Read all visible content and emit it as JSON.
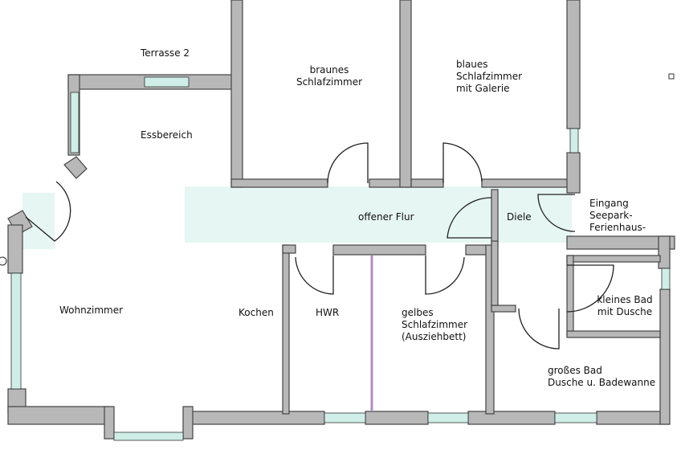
{
  "labels": {
    "terrasse": "Terrasse  2",
    "braunes": "braunes\nSchlafzimmer",
    "blaues": "blaues\nSchlafzimmer\nmit Galerie",
    "essbereich": "Essbereich",
    "flur": "offener Flur",
    "diele": "Diele",
    "eingang": "Eingang\nSeepark-Ferienhaus-",
    "wohnzimmer": "Wohnzimmer",
    "kochen": "Kochen",
    "hwr": "HWR",
    "gelbes": "gelbes\nSchlafzimmer\n(Ausziehbett)",
    "kleines_bad": "kleines Bad\nmit Dusche",
    "grosses_bad": "großes Bad\nDusche u. Badewanne"
  },
  "colors": {
    "floor": "#dff4ef",
    "wall": "#b8b8b8",
    "outline": "#444444",
    "partition": "#b08cc0"
  }
}
